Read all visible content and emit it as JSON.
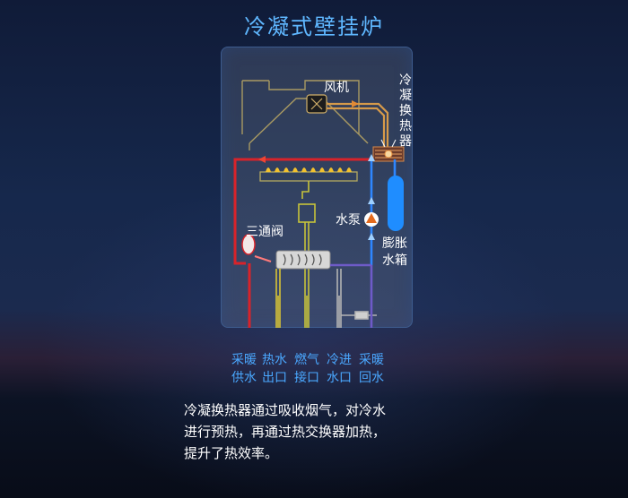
{
  "title": "冷凝式壁挂炉",
  "labels": {
    "fan": "风机",
    "condensing_hx": [
      "冷",
      "凝",
      "换",
      "热",
      "器"
    ],
    "water_pump": "水泵",
    "three_way_valve": "三通阀",
    "expansion_tank": [
      "膨胀",
      "水箱"
    ]
  },
  "connections": [
    {
      "line1": "采暖",
      "line2": "供水"
    },
    {
      "line1": "热水",
      "line2": "出口"
    },
    {
      "line1": "燃气",
      "line2": "接口"
    },
    {
      "line1": "冷进",
      "line2": "水口"
    },
    {
      "line1": "采暖",
      "line2": "回水"
    }
  ],
  "description": [
    "冷凝换热器通过吸收烟气，对冷水",
    "进行预热，再通过热交换器加热，",
    "提升了热效率。"
  ],
  "colors": {
    "title": "#5fb7ff",
    "hot_pipe": "#d8232a",
    "cold_pipe": "#2e86ff",
    "gas_pipe": "#c7c33a",
    "return_pipe": "#b4b4b4",
    "purple_pipe": "#6e5bc8"
  }
}
